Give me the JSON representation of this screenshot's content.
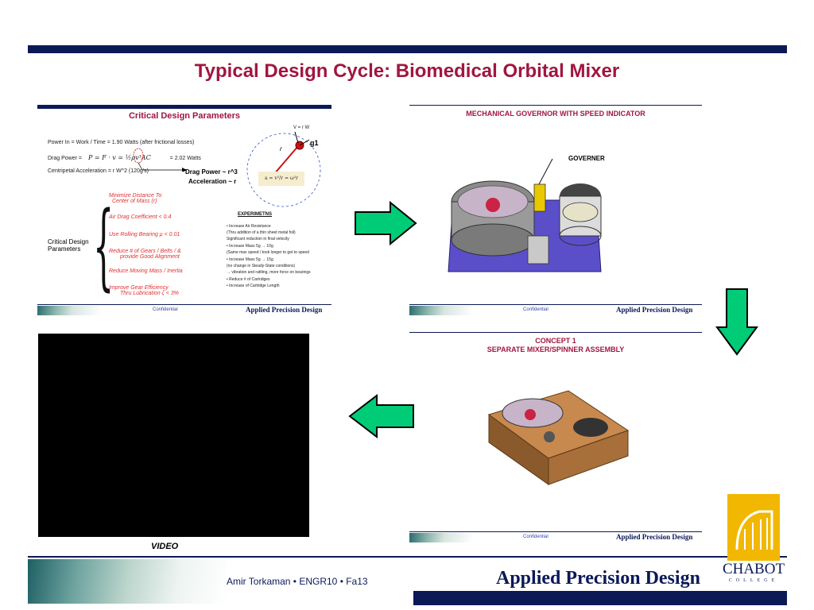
{
  "slide": {
    "title": "Typical Design Cycle: Biomedical Orbital Mixer",
    "video_label": "VIDEO",
    "footer_text": "Amir Torkaman • ENGR10 • Fa13",
    "footer_brand": "Applied Precision Design",
    "logo_name": "CHABOT",
    "logo_sub": "COLLEGE"
  },
  "panel1": {
    "title": "Critical Design Parameters",
    "power_in": "Power In = Work / Time = 1.90 Watts   (after frictional losses)",
    "drag_power_prefix": "Drag Power =",
    "drag_power_value": "= 2.02 Watts",
    "centripetal": "Centripetal Acceleration = r W^2  (120g's)",
    "drag_label": "Drag Power ~ r^3",
    "accel_label": "Acceleration ~ r",
    "v_label": "V = r W",
    "g_label": "g1",
    "r_label": "r",
    "formula": "a = v²/r = ω²r",
    "side_label": "Critical Design Parameters",
    "params": [
      "Minimize Distance To",
      "Center of Mass (r)",
      "Air Drag Coefficient < 0.4",
      "Use Rolling Bearing μ < 0.01",
      "Reduce # of Gears / Belts / &",
      "provide Good Alignment",
      "Reduce Moving Mass / Inertia",
      "Improve Gear Efficiency",
      "Thru Lubrication ζ < 3%"
    ],
    "experiments_title": "EXPERIMETNS",
    "experiments": [
      "•   Increase Air Resistance",
      "    (Thru addition of a thin sheet metal foil)",
      "    Significant reduction in final velocity",
      "•   Increase Mass 5g → 10g",
      "    (Same max speed / took longer to get to speed",
      "•   Increase Mass 5g → 15g",
      "    (no change in Steady-State conditions)",
      "    → vibration and rattling, more force on bearings",
      "•   Reduce # of Cartridges",
      "•   Increase of Cartridge Length"
    ],
    "confidential": "Confidential",
    "brand": "Applied Precision Design"
  },
  "panel2": {
    "title": "MECHANICAL GOVERNOR WITH SPEED INDICATOR",
    "governor_label": "GOVERNER",
    "confidential": "Confidential",
    "brand": "Applied Precision Design"
  },
  "panel3": {
    "title_line1": "CONCEPT 1",
    "title_line2": "SEPARATE MIXER/SPINNER ASSEMBLY",
    "confidential": "Confidential",
    "brand": "Applied Precision Design"
  },
  "colors": {
    "navy": "#0b1957",
    "title_red": "#a01640",
    "arrow_green": "#00cc77",
    "logo_gold": "#f2b700"
  }
}
